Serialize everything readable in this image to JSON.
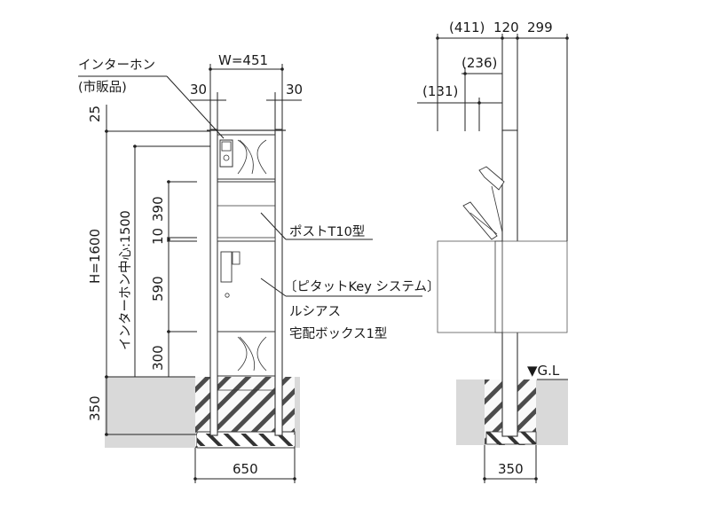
{
  "front_view": {
    "width_label": "W=451",
    "margin_left_label": "30",
    "margin_right_label": "30",
    "top_gap_label": "25",
    "height_label": "H=1600",
    "intercom_center_label": "インターホン中心:1500",
    "seg_390_label": "390",
    "seg_10_label": "10",
    "seg_590_label": "590",
    "seg_300_label": "300",
    "depth_label": "350",
    "foundation_width_label": "650",
    "intercom_label_line1": "インターホン",
    "intercom_label_line2": "(市販品)",
    "post_label": "ポストT10型",
    "system_label": "〔ピタットKey システム〕",
    "box_label_line1": "ルシアス",
    "box_label_line2": "宅配ボックス1型"
  },
  "side_view": {
    "dim_411_label": "(411)",
    "dim_120_label": "120",
    "dim_299_label": "299",
    "dim_236_label": "(236)",
    "dim_131_label": "(131)",
    "ground_label": "▼G.L",
    "foundation_width_label": "350"
  },
  "colors": {
    "ground_fill": "#d9d9d9",
    "line": "#222222"
  }
}
